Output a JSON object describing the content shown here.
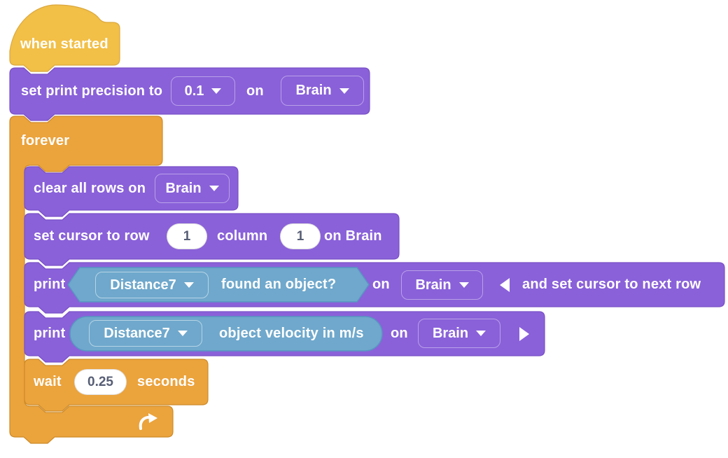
{
  "colors": {
    "hat_yellow": "#F2BF47",
    "control_orange": "#EBA33C",
    "display_purple": "#8A61D9",
    "sensing_blue": "#6FA8CC",
    "value_text": "#575E75"
  },
  "blocks": {
    "when_started": {
      "label": "when started"
    },
    "set_print_precision": {
      "label": "set print precision to",
      "precision": "0.1",
      "on": "on",
      "device": "Brain"
    },
    "forever": {
      "label": "forever"
    },
    "clear_all_rows": {
      "label": "clear all rows on",
      "device": "Brain"
    },
    "set_cursor": {
      "label_row": "set cursor to row",
      "row": "1",
      "label_column": "column",
      "column": "1",
      "label_on_device": "on Brain"
    },
    "print_found_object": {
      "label_print": "print",
      "sensor": "Distance7",
      "sensor_label": "found an object?",
      "on": "on",
      "device": "Brain",
      "suffix": "and set cursor to next row"
    },
    "print_object_velocity": {
      "label_print": "print",
      "sensor": "Distance7",
      "sensor_label": "object velocity in m/s",
      "on": "on",
      "device": "Brain"
    },
    "wait": {
      "label_wait": "wait",
      "seconds": "0.25",
      "label_seconds": "seconds"
    }
  }
}
